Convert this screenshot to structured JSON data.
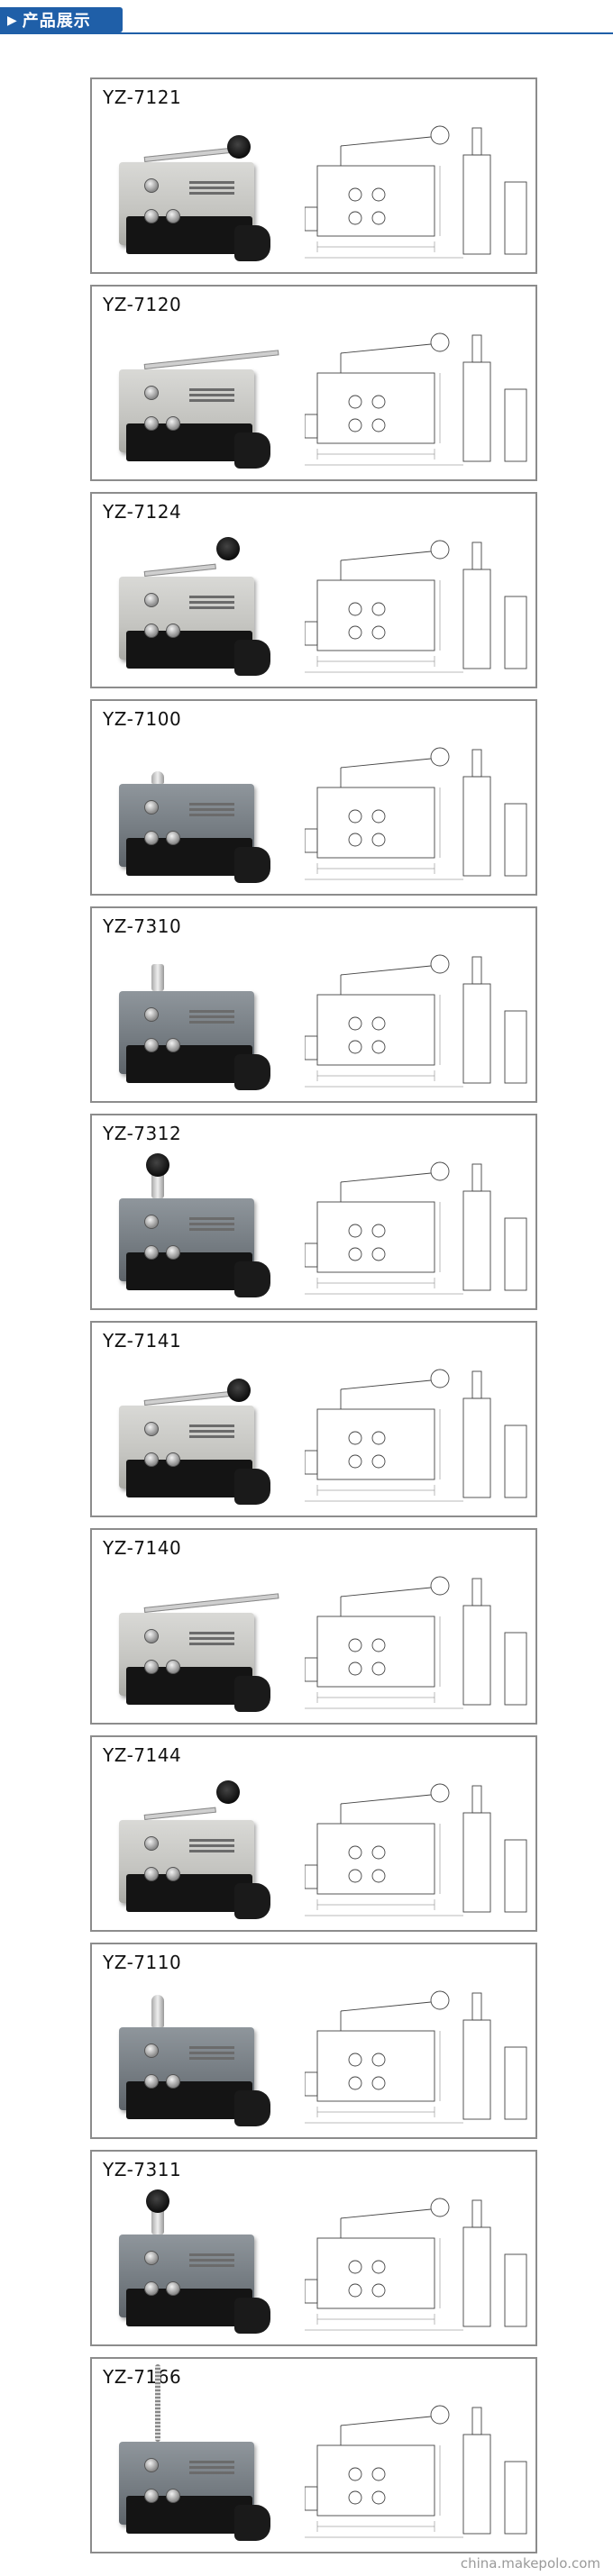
{
  "header": {
    "title": "产品展示",
    "arrow_icon": "triangle-right-icon",
    "color": "#1f5fa8"
  },
  "products": [
    {
      "model": "YZ-7121",
      "actuator": "roller-lever",
      "body": "light"
    },
    {
      "model": "YZ-7120",
      "actuator": "long-lever",
      "body": "light"
    },
    {
      "model": "YZ-7124",
      "actuator": "roller-arm",
      "body": "light"
    },
    {
      "model": "YZ-7100",
      "actuator": "plunger",
      "body": "dark"
    },
    {
      "model": "YZ-7310",
      "actuator": "panel-plunger",
      "body": "dark"
    },
    {
      "model": "YZ-7312",
      "actuator": "panel-roller-plunger",
      "body": "dark"
    },
    {
      "model": "YZ-7141",
      "actuator": "roller-lever",
      "body": "light"
    },
    {
      "model": "YZ-7140",
      "actuator": "long-lever",
      "body": "light"
    },
    {
      "model": "YZ-7144",
      "actuator": "roller-arm",
      "body": "light"
    },
    {
      "model": "YZ-7110",
      "actuator": "roller-plunger",
      "body": "dark"
    },
    {
      "model": "YZ-7311",
      "actuator": "panel-roller-plunger",
      "body": "dark"
    },
    {
      "model": "YZ-7166",
      "actuator": "coil-spring",
      "body": "dark"
    }
  ],
  "watermark": "china.makepolo.com"
}
